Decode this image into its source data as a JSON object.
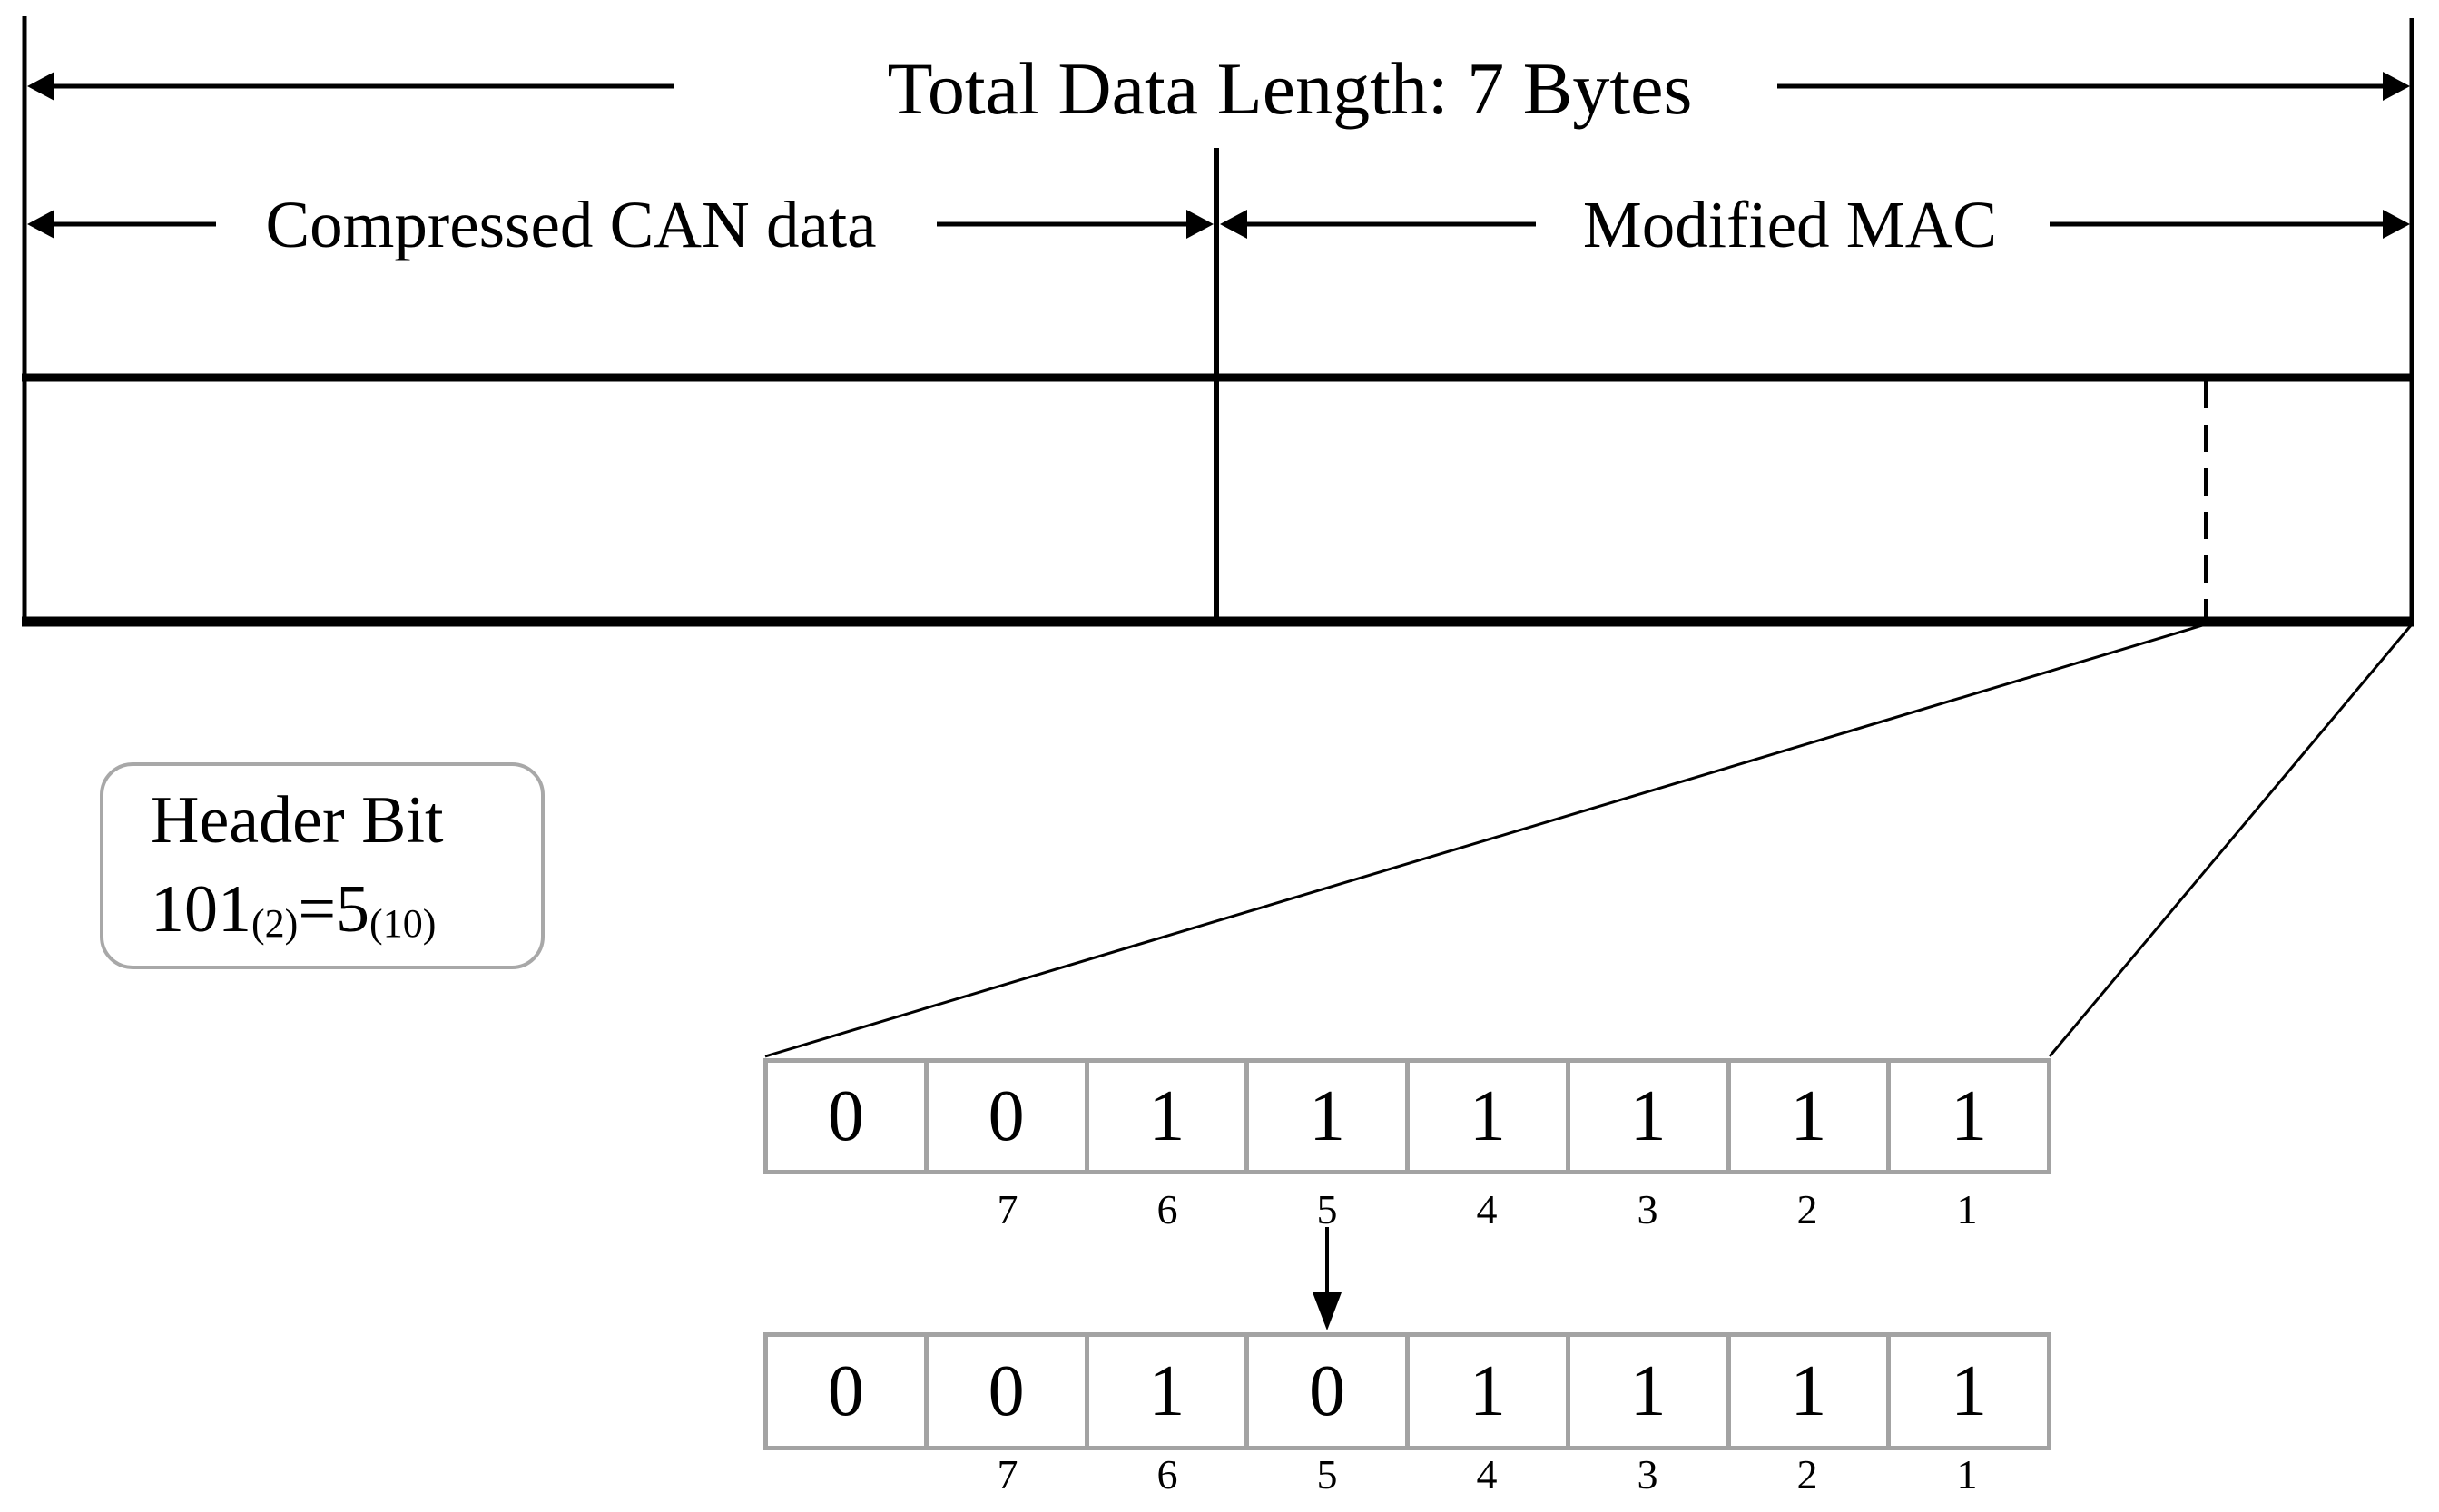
{
  "title": "Total Data Length: 7 Bytes",
  "segments": {
    "left": "Compressed CAN data",
    "right": "Modified MAC"
  },
  "callout": {
    "line1": "Header Bit",
    "value_binary": "101",
    "binary_base": "(2)",
    "equals": "=",
    "value_decimal": "5",
    "decimal_base": "(10)"
  },
  "bit_rows": {
    "original": {
      "bits": [
        "0",
        "0",
        "1",
        "1",
        "1",
        "1",
        "1",
        "1"
      ],
      "positions": [
        "7",
        "6",
        "5",
        "4",
        "3",
        "2",
        "1"
      ]
    },
    "modified": {
      "bits": [
        "0",
        "0",
        "1",
        "0",
        "1",
        "1",
        "1",
        "1"
      ],
      "positions": [
        "7",
        "6",
        "5",
        "4",
        "3",
        "2",
        "1"
      ]
    }
  },
  "colors": {
    "line": "#000000",
    "cell_border": "#a3a3a3",
    "callout_border": "#a8a8a8",
    "background": "#ffffff"
  }
}
